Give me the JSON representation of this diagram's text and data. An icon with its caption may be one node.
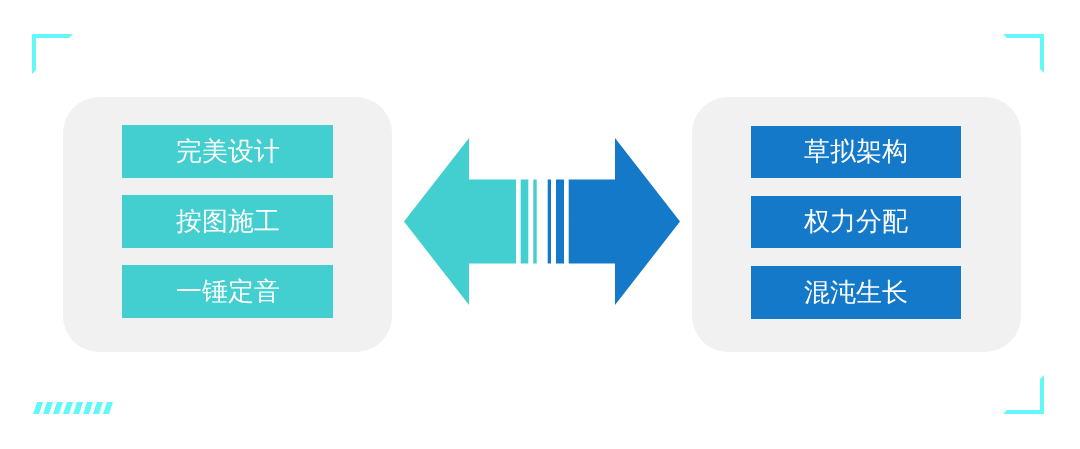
{
  "diagram": {
    "nodes": [
      {
        "text": [],
        "shape": "box"
      },
      {
        "text": [
          "完美设计"
        ],
        "in": 0
      },
      {
        "text": [
          "按图施工"
        ],
        "in": 0
      },
      {
        "text": [
          "一锤定音"
        ],
        "in": 0
      },
      {
        "text": [],
        "shape": "box"
      },
      {
        "text": [
          "草拟架构"
        ],
        "in": 4
      },
      {
        "text": [
          "权力分配"
        ],
        "in": 4
      },
      {
        "text": [
          "混沌生长"
        ],
        "in": 4
      }
    ],
    "edges": [
      {
        "from": 0,
        "to": 4,
        "arrow": "both"
      }
    ]
  }
}
